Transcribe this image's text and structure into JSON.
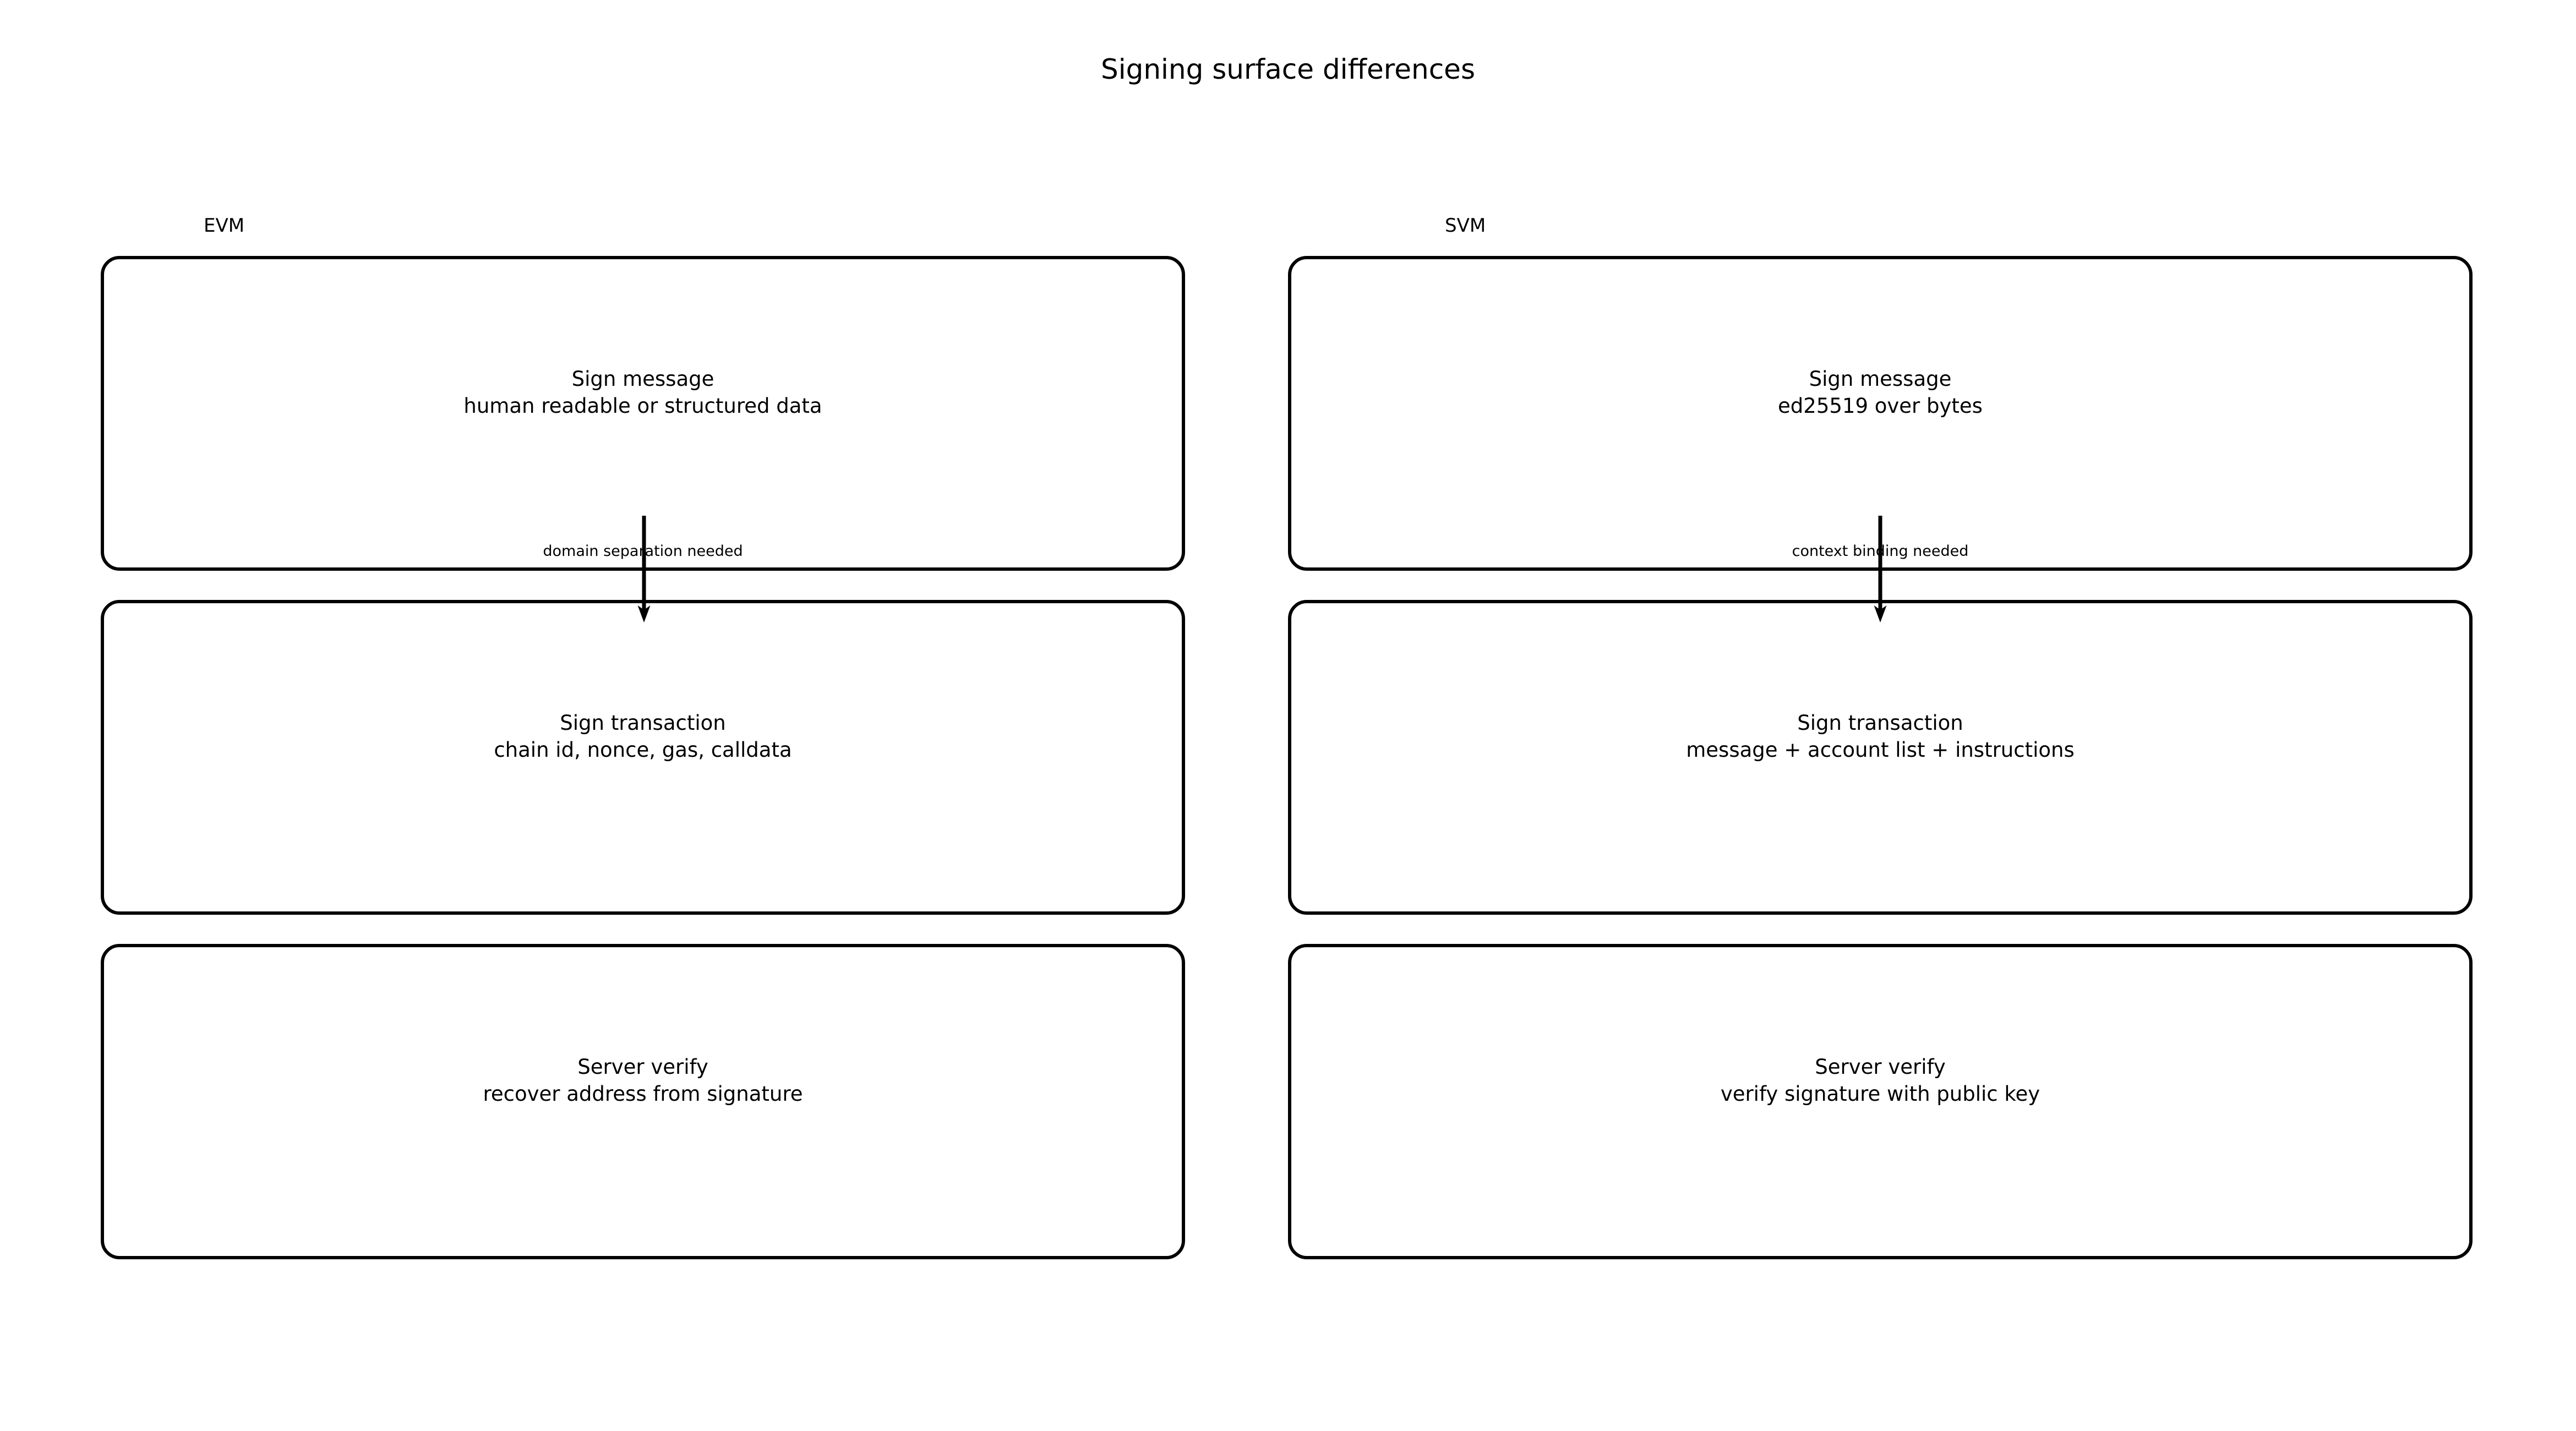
{
  "title": "Signing surface differences",
  "columns": [
    {
      "key": "evm",
      "label": "EVM",
      "nodes": [
        {
          "title": "Sign message",
          "detail": "human readable or structured data"
        },
        {
          "title": "Sign transaction",
          "detail": "chain id, nonce, gas, calldata"
        },
        {
          "title": "Server verify",
          "detail": "recover address from signature"
        }
      ],
      "edge_label": "domain separation needed"
    },
    {
      "key": "svm",
      "label": "SVM",
      "nodes": [
        {
          "title": "Sign message",
          "detail": "ed25519 over bytes"
        },
        {
          "title": "Sign transaction",
          "detail": "message + account list + instructions"
        },
        {
          "title": "Server verify",
          "detail": "verify signature with public key"
        }
      ],
      "edge_label": "context binding needed"
    }
  ],
  "colors": {
    "background": "#ffffff",
    "stroke": "#000000",
    "text": "#000000",
    "box_fill": "#ffffff"
  }
}
